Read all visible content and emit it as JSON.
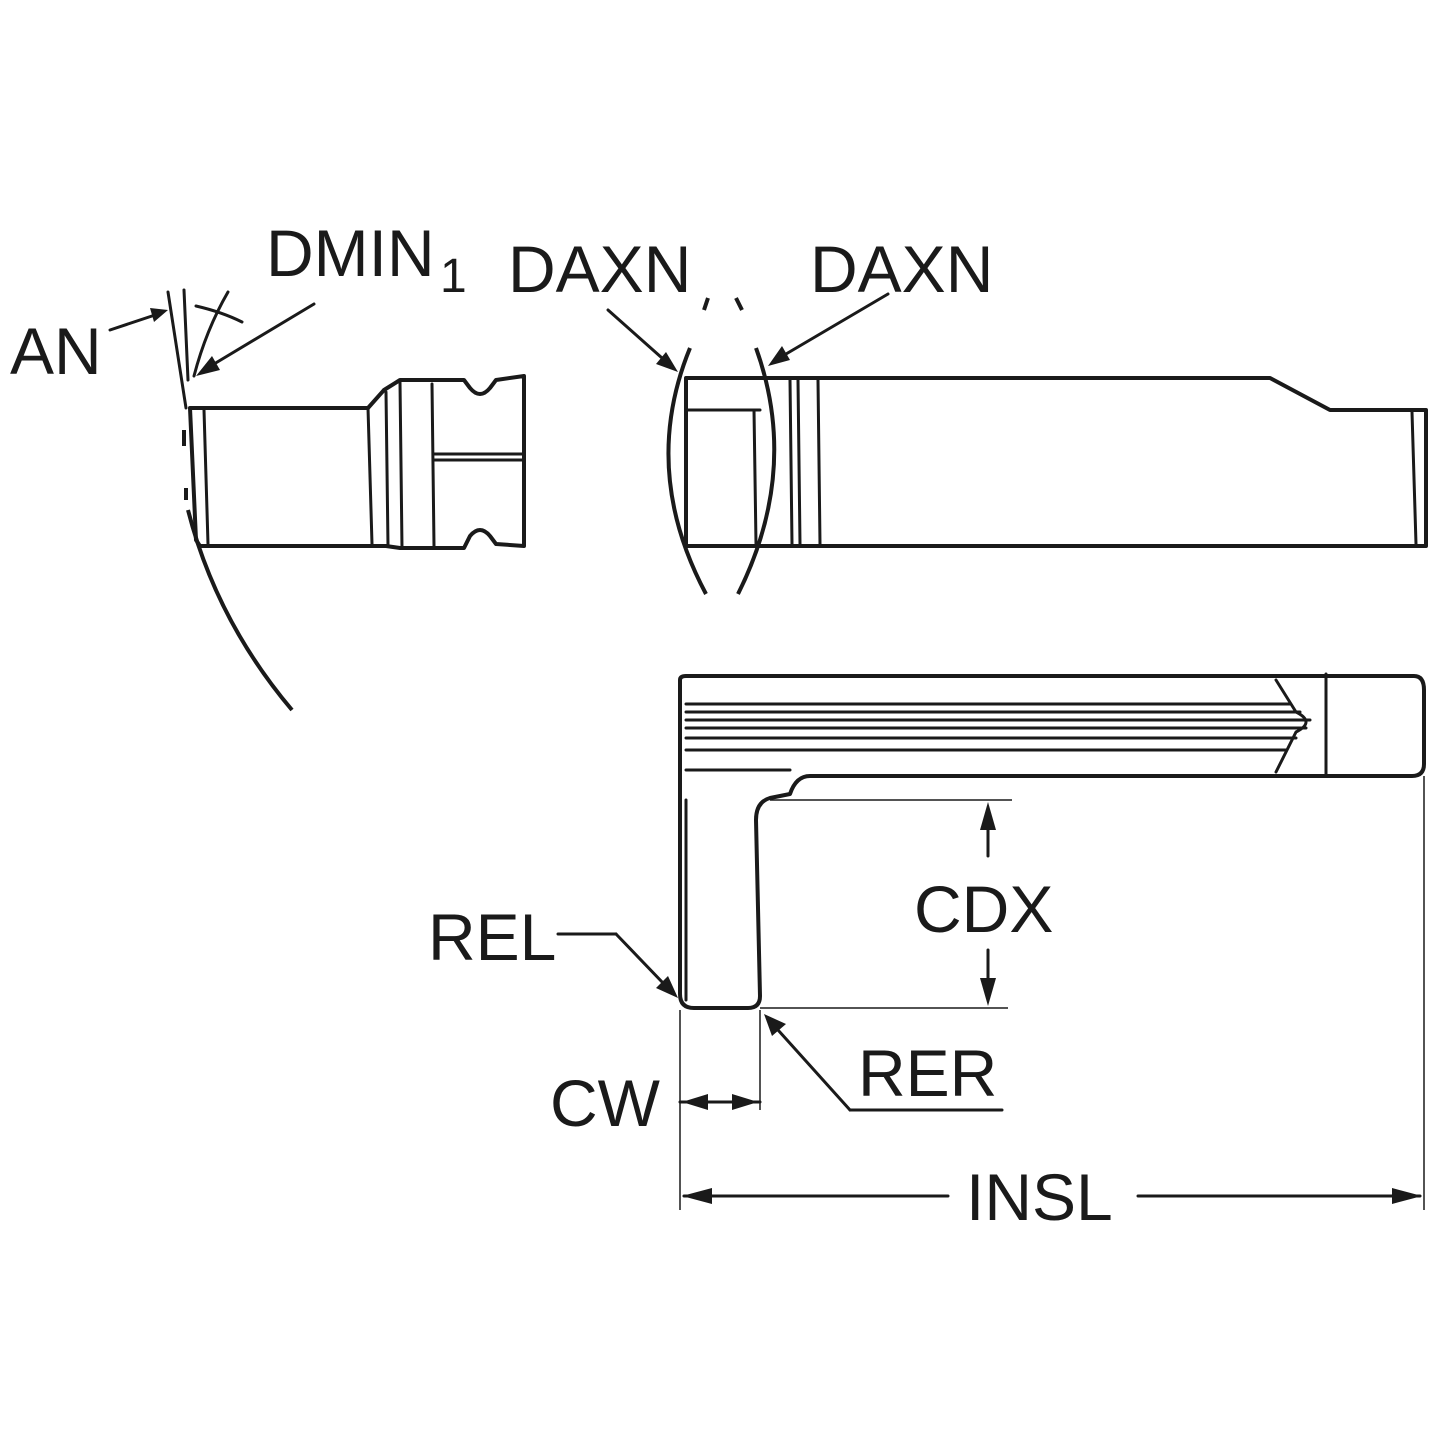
{
  "colors": {
    "insert_fill": "#F9C52F",
    "insert_shade": "#E0A80F",
    "line": "#1a1a1a",
    "background": "#ffffff"
  },
  "labels": {
    "an": "AN",
    "dmin_main": "DMIN",
    "dmin_sub": "1",
    "daxn_left": "DAXN",
    "daxn_right": "DAXN",
    "cdx": "CDX",
    "rel": "REL",
    "rer": "RER",
    "cw": "CW",
    "insl": "INSL"
  }
}
